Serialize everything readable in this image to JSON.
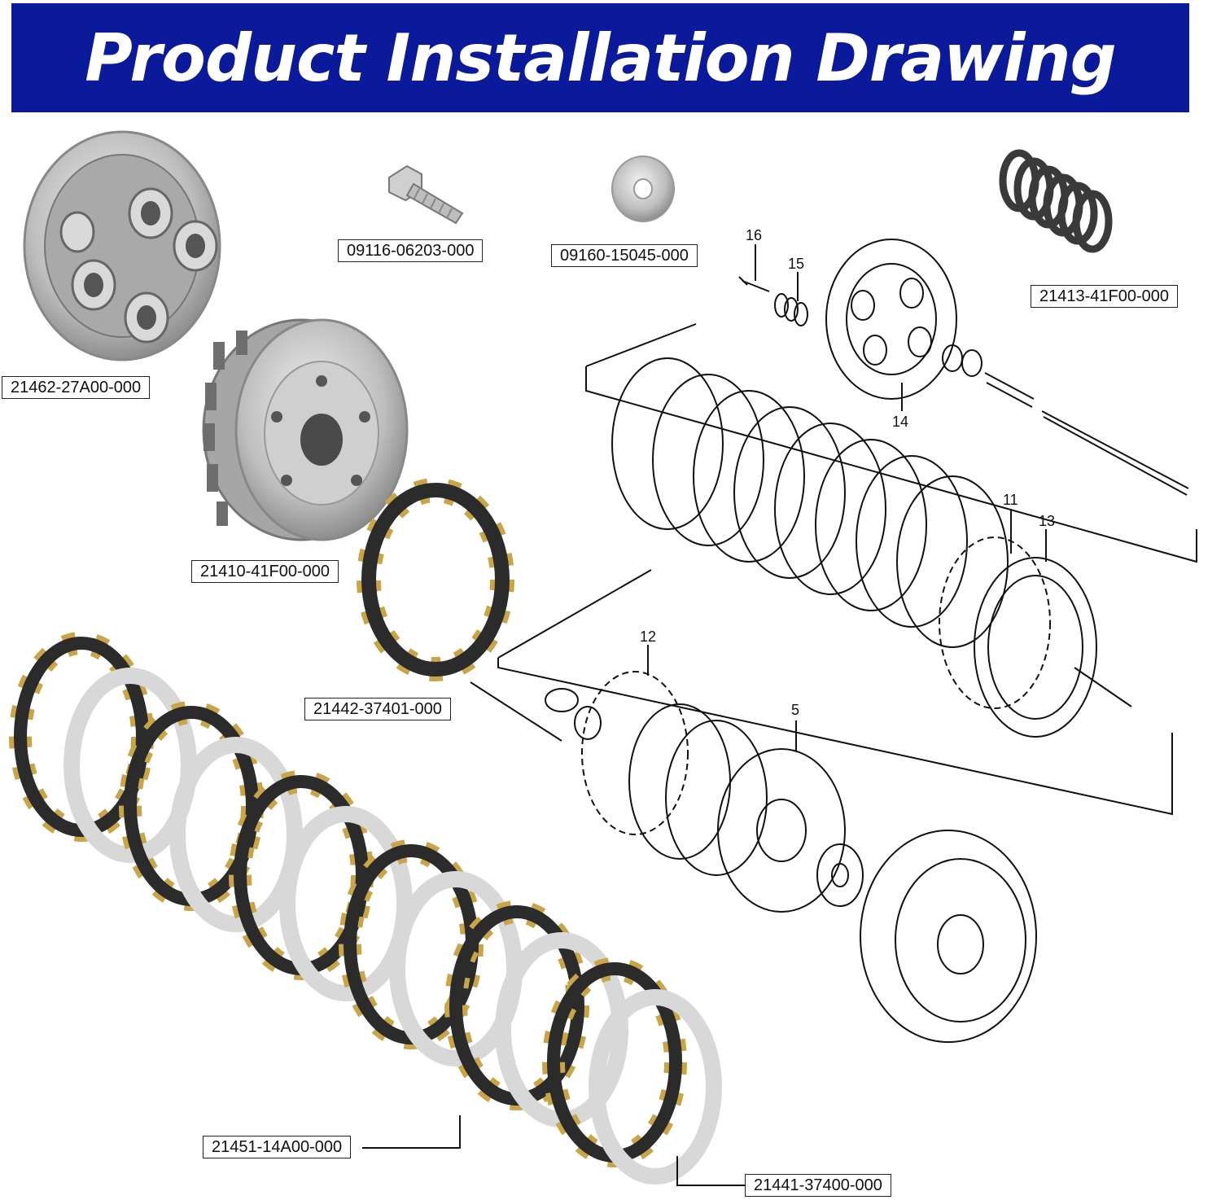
{
  "title": "Product Installation Drawing",
  "part_labels": [
    "21462-27A00-000",
    "09116-06203-000",
    "09160-15045-000",
    "21413-41F00-000",
    "21410-41F00-000",
    "21442-37401-000",
    "21451-14A00-000",
    "21441-37400-000"
  ],
  "callouts": [
    "16",
    "15",
    "14",
    "11",
    "13",
    "12",
    "5"
  ],
  "colors": {
    "banner": "#0a1a9a",
    "banner_text": "#ffffff",
    "friction_plate": "#2b2b2b",
    "friction_tab": "#c9a54a",
    "steel_plate": "#d8d8d8",
    "metal": "#c8c8c8"
  }
}
